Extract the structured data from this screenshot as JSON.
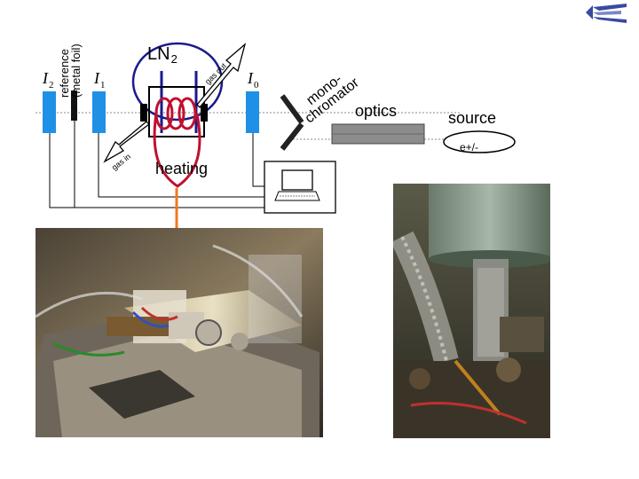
{
  "labels": {
    "i2_main": "I",
    "i2_sub": "2",
    "reference_line1": "reference",
    "reference_line2": "(metal foil)",
    "i1_main": "I",
    "i1_sub": "1",
    "ln2_main": "LN",
    "ln2_sub": "2",
    "gas_out": "gas out",
    "gas_in": "gas in",
    "i0_main": "I",
    "i0_sub": "0",
    "monochromator_line1": "mono-",
    "monochromator_line2": "chromator",
    "optics": "optics",
    "source": "source",
    "positron": "e+/-",
    "heating": "heating"
  },
  "colors": {
    "detector": "#1e90e6",
    "ln2_dewar": "#1a1a8c",
    "heating_coil": "#c01030",
    "heating_pointer": "#f07820",
    "optics_box": "#8c8c8c"
  },
  "icons": [
    "logo-arrow-icon",
    "computer-monitor-icon"
  ]
}
